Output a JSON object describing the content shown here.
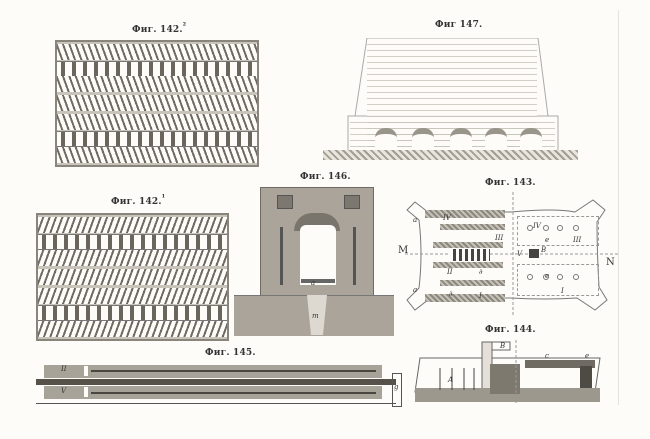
{
  "figures": {
    "fig142a": {
      "caption": "Фиг. 142.",
      "superscript": "²"
    },
    "fig142b": {
      "caption": "Фиг. 142.",
      "superscript": "¹"
    },
    "fig147": {
      "caption": "Фиг 147."
    },
    "fig146": {
      "caption": "Фиг. 146.",
      "labels": [
        "a",
        "m"
      ]
    },
    "fig143": {
      "caption": "Фиг. 143.",
      "axis_left": "M",
      "axis_right": "N",
      "labels": [
        "a",
        "a",
        "IV",
        "III",
        "II",
        "I",
        "∂",
        "∂",
        "IV",
        "e",
        "III",
        "V",
        "B",
        "e",
        "I"
      ]
    },
    "fig144": {
      "caption": "Фиг. 144.",
      "labels": [
        "B",
        "A",
        "c",
        "e"
      ]
    },
    "fig145": {
      "caption": "Фиг. 145.",
      "labels": [
        "II",
        "V",
        "g"
      ]
    }
  },
  "colors": {
    "paper": "#fdfcf9",
    "ink": "#333333",
    "hatch": "#8d887f"
  }
}
